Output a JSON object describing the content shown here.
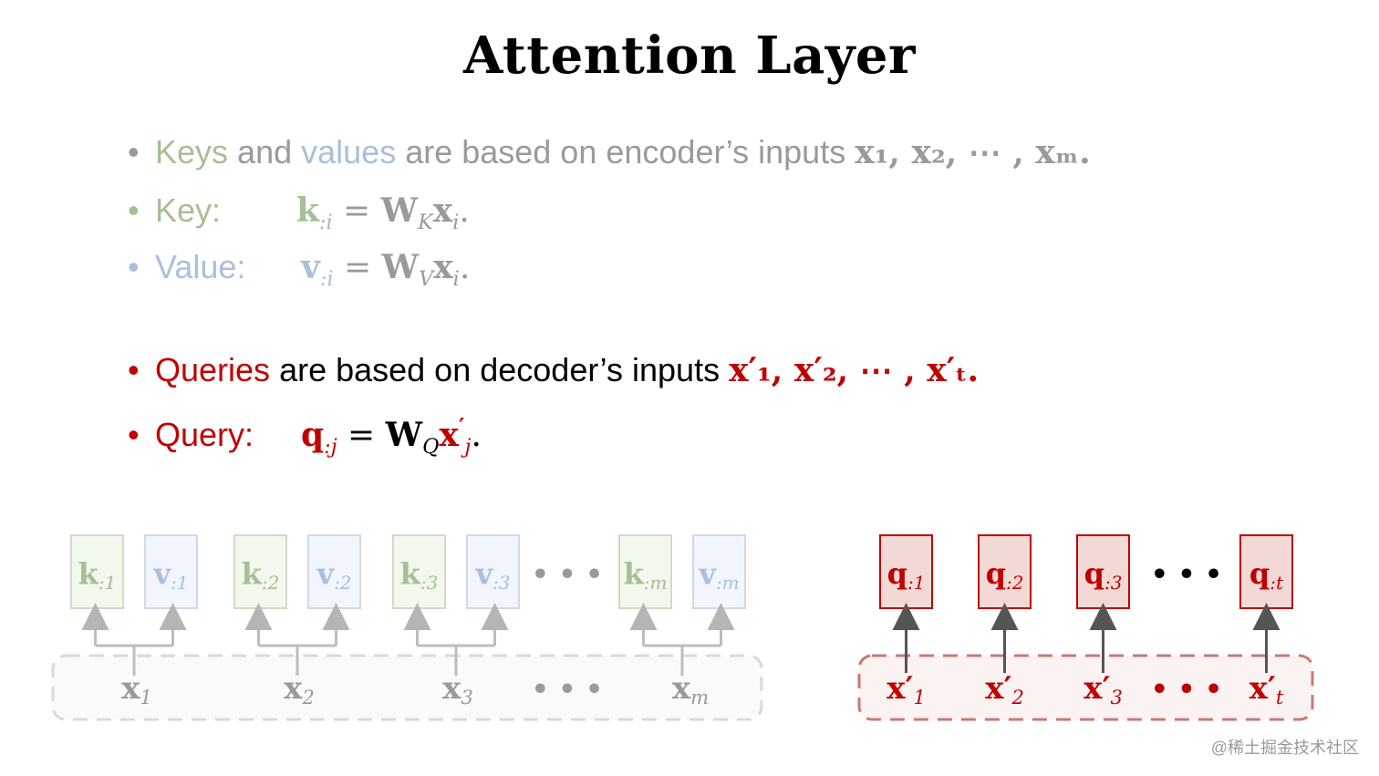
{
  "title": "Attention Layer",
  "bullets": {
    "b1": {
      "word1": "Keys",
      "and": " and ",
      "word2": "values",
      "rest": " are based on encoder’s inputs ",
      "formula": "x₁, x₂, ⋯ , xₘ."
    },
    "b2": {
      "label": "Key:",
      "lhs": "k",
      "lhs_sub": ":i",
      "eq": " = ",
      "W": "W",
      "W_sub": "K",
      "x": "x",
      "x_sub": "i",
      "end": "."
    },
    "b3": {
      "label": "Value:",
      "lhs": "v",
      "lhs_sub": ":i",
      "eq": " = ",
      "W": "W",
      "W_sub": "V",
      "x": "x",
      "x_sub": "i",
      "end": "."
    },
    "b4": {
      "word1": "Queries",
      "rest": " are based on decoder’s inputs ",
      "formula": "x′₁, x′₂, ⋯ , x′ₜ."
    },
    "b5": {
      "label": "Query:",
      "lhs": "q",
      "lhs_sub": ":j",
      "eq": " = ",
      "W": "W",
      "W_sub": "Q",
      "x": "x",
      "x_sup": "′",
      "x_sub": "j",
      "end": "."
    }
  },
  "colors": {
    "key_green": "#a6bf94",
    "value_blue": "#a9bfdc",
    "query_red": "#c00000",
    "muted_gray": "#9a9a9a"
  },
  "encoder": {
    "groups": [
      {
        "k": "k",
        "k_sub": ":1",
        "v": "v",
        "v_sub": ":1",
        "x": "x",
        "x_sub": "1"
      },
      {
        "k": "k",
        "k_sub": ":2",
        "v": "v",
        "v_sub": ":2",
        "x": "x",
        "x_sub": "2"
      },
      {
        "k": "k",
        "k_sub": ":3",
        "v": "v",
        "v_sub": ":3",
        "x": "x",
        "x_sub": "3"
      },
      {
        "k": "k",
        "k_sub": ":m",
        "v": "v",
        "v_sub": ":m",
        "x": "x",
        "x_sub": "m"
      }
    ],
    "ellipsis": "• • •"
  },
  "decoder": {
    "items": [
      {
        "q": "q",
        "q_sub": ":1",
        "x": "x′",
        "x_sub": "1"
      },
      {
        "q": "q",
        "q_sub": ":2",
        "x": "x′",
        "x_sub": "2"
      },
      {
        "q": "q",
        "q_sub": ":3",
        "x": "x′",
        "x_sub": "3"
      },
      {
        "q": "q",
        "q_sub": ":t",
        "x": "x′",
        "x_sub": "t"
      }
    ],
    "ellipsis": "• • •"
  },
  "watermark": "@稀土掘金技术社区"
}
